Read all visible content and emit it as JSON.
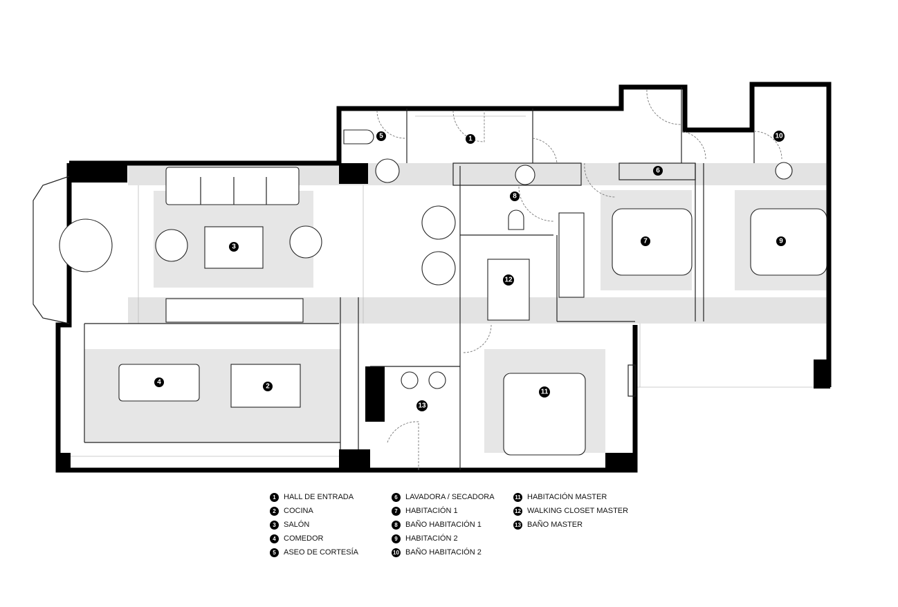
{
  "rooms": [
    {
      "num": "1",
      "name": "HALL DE ENTRADA"
    },
    {
      "num": "2",
      "name": "COCINA"
    },
    {
      "num": "3",
      "name": "SALÓN"
    },
    {
      "num": "4",
      "name": "COMEDOR"
    },
    {
      "num": "5",
      "name": "ASEO DE CORTESÍA"
    },
    {
      "num": "6",
      "name": "LAVADORA / SECADORA"
    },
    {
      "num": "7",
      "name": "HABITACIÓN 1"
    },
    {
      "num": "8",
      "name": "BAÑO HABITACIÓN 1"
    },
    {
      "num": "9",
      "name": "HABITACIÓN 2"
    },
    {
      "num": "10",
      "name": "BAÑO HABITACIÓN 2"
    },
    {
      "num": "11",
      "name": "HABITACIÓN MASTER"
    },
    {
      "num": "12",
      "name": "WALKING CLOSET MASTER"
    },
    {
      "num": "13",
      "name": "BAÑO MASTER"
    }
  ]
}
